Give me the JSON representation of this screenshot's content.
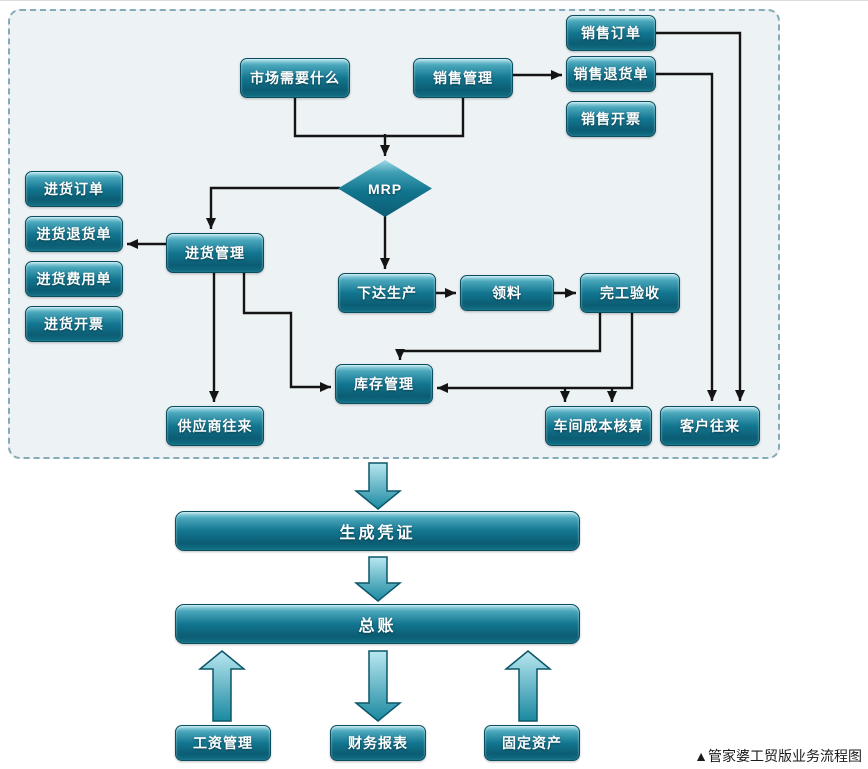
{
  "diagram": {
    "caption": "▲管家婆工贸版业务流程图",
    "colors": {
      "node_teal_dark": "#0b5d73",
      "node_teal_light": "#a9dfe9",
      "node_border": "#0a4e60",
      "panel_bg": "#edf2f4",
      "panel_border": "#87aab8",
      "connector": "#141414",
      "big_arrow_light": "#b9e7f0",
      "big_arrow_dark": "#1a89a0",
      "big_arrow_stroke": "#0a5668"
    },
    "nodes": {
      "market": {
        "label": "市场需要什么"
      },
      "sales_mgmt": {
        "label": "销售管理"
      },
      "sales_order": {
        "label": "销售订单"
      },
      "sales_return": {
        "label": "销售退货单"
      },
      "sales_invoice": {
        "label": "销售开票"
      },
      "mrp": {
        "label": "MRP"
      },
      "purchase_order": {
        "label": "进货订单"
      },
      "purchase_return": {
        "label": "进货退货单"
      },
      "purchase_expense": {
        "label": "进货费用单"
      },
      "purchase_invoice": {
        "label": "进货开票"
      },
      "purchase_mgmt": {
        "label": "进货管理"
      },
      "production": {
        "label": "下达生产"
      },
      "material": {
        "label": "领料"
      },
      "completion": {
        "label": "完工验收"
      },
      "inventory": {
        "label": "库存管理"
      },
      "supplier": {
        "label": "供应商往来"
      },
      "workshop": {
        "label": "车间成本核算"
      },
      "customer": {
        "label": "客户往来"
      },
      "voucher": {
        "label": "生成凭证"
      },
      "ledger": {
        "label": "总账"
      },
      "payroll": {
        "label": "工资管理"
      },
      "reports": {
        "label": "财务报表"
      },
      "fixed_assets": {
        "label": "固定资产"
      }
    }
  }
}
